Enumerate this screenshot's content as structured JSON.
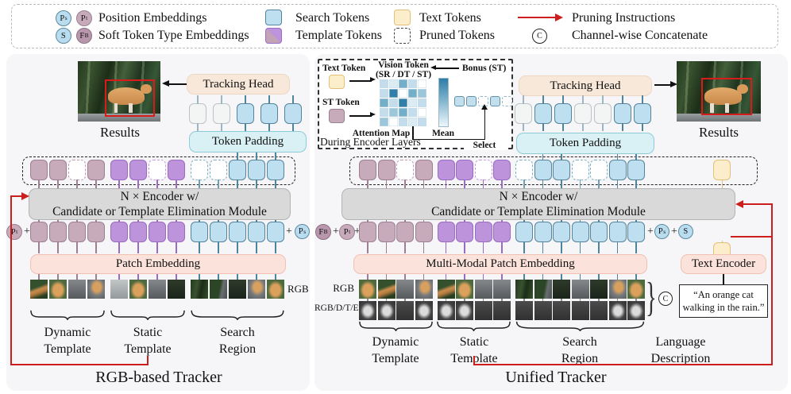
{
  "legend": {
    "position": {
      "c1": {
        "base": "P",
        "sub": "s"
      },
      "c2": {
        "base": "P",
        "sub": "t"
      },
      "label": "Position Embeddings"
    },
    "soft": {
      "c1": {
        "base": "S",
        "sub": ""
      },
      "c2": {
        "base": "F",
        "sub": "B"
      },
      "label": "Soft Token Type Embeddings"
    },
    "search_label": "Search Tokens",
    "template_label": "Template Tokens",
    "text_label": "Text Tokens",
    "pruned_label": "Pruned Tokens",
    "pruning_label": "Pruning Instructions",
    "concat_symbol": "C",
    "concat_label": "Channel-wise Concatenate"
  },
  "misc": {
    "plus": "+"
  },
  "left": {
    "title": "RGB-based Tracker",
    "results_label": "Results",
    "tracking_head": "Tracking Head",
    "token_padding": "Token Padding",
    "encoder_line1": "N × Encoder w/",
    "encoder_line2": "Candidate or Template Elimination Module",
    "embedding_label": "Patch Embedding",
    "rgb_label": "RGB",
    "pos_left": {
      "base": "P",
      "sub": "t"
    },
    "pos_right": {
      "base": "P",
      "sub": "s"
    },
    "head_tokens": [
      "w",
      "w",
      "b",
      "b",
      "b"
    ],
    "pruned_tokens": [
      "m",
      "m",
      "md",
      "m",
      "p",
      "p",
      "pd",
      "p",
      "bd",
      "bd",
      "b",
      "b",
      "b"
    ],
    "input_tokens": [
      "m",
      "m",
      "m",
      "m",
      "p",
      "p",
      "p",
      "p",
      "b",
      "b",
      "b",
      "b",
      "b"
    ],
    "patches": [
      "fc",
      "c",
      "w",
      "wc",
      "wl",
      "c",
      "w",
      "d",
      "f",
      "fw",
      "d",
      "wc",
      "c"
    ],
    "groups": [
      {
        "line1": "Dynamic",
        "line2": "Template"
      },
      {
        "line1": "Static",
        "line2": "Template"
      },
      {
        "line1": "Search",
        "line2": "Region"
      }
    ]
  },
  "inset": {
    "text_token_label": "Text Token",
    "st_token_label": "ST Token",
    "vision_token_line1": "Vision Token",
    "vision_token_line2": "(SR / DT / ST)",
    "bonus_label": "Bonus (ST)",
    "attention_map_label": "Attention Map",
    "mean_label": "Mean",
    "select_label": "Select",
    "during_label": "During Encoder Layers",
    "grid_rows": [
      [
        "L",
        "A",
        "N",
        "L",
        "W"
      ],
      [
        "L",
        "D",
        "W",
        "N",
        "M"
      ],
      [
        "N",
        "L",
        "D",
        "A",
        "L"
      ],
      [
        "L",
        "M",
        "N",
        "L",
        "W"
      ],
      [
        "M",
        "W",
        "L",
        "A",
        "L"
      ]
    ],
    "select_tokens": [
      "s",
      "s",
      "sd",
      "s",
      "sd"
    ]
  },
  "right": {
    "title": "Unified Tracker",
    "results_label": "Results",
    "tracking_head": "Tracking Head",
    "token_padding": "Token Padding",
    "encoder_line1": "N × Encoder w/",
    "encoder_line2": "Candidate or Template Elimination Module",
    "embedding_label": "Multi-Modal Patch Embedding",
    "text_encoder_label": "Text Encoder",
    "rgb_row_label": "RGB",
    "dte_row_label": "RGB/D/T/E",
    "concat_symbol": "C",
    "quote_line1": "“An orange cat",
    "quote_line2": "walking in the rain.”",
    "soft_left": {
      "base": "F",
      "sub": "B"
    },
    "pos_left": {
      "base": "P",
      "sub": "t"
    },
    "pos_right": {
      "base": "P",
      "sub": "s"
    },
    "soft_right": {
      "base": "S",
      "sub": ""
    },
    "head_tokens": [
      "w",
      "b",
      "b",
      "w",
      "w",
      "b",
      "b"
    ],
    "pruned_tokens": [
      "m",
      "m",
      "md",
      "m",
      "p",
      "p",
      "pd",
      "p",
      "bd",
      "b",
      "b",
      "bd",
      "bd",
      "b",
      "b"
    ],
    "input_tokens": [
      "m",
      "m",
      "m",
      "m",
      "p",
      "p",
      "p",
      "p",
      "b",
      "b",
      "b",
      "b",
      "b",
      "b",
      "b"
    ],
    "rgb_patches": [
      "c",
      "fc",
      "w",
      "wc",
      "fc",
      "c",
      "w",
      "w",
      "f",
      "fw",
      "d",
      "w",
      "d",
      "wc",
      "c"
    ],
    "dte_patches": [
      "gc",
      "gc",
      "g",
      "gc",
      "gc",
      "gc",
      "g",
      "g",
      "g",
      "g",
      "g",
      "g",
      "g",
      "gc",
      "gc"
    ],
    "groups": [
      {
        "line1": "Dynamic",
        "line2": "Template"
      },
      {
        "line1": "Static",
        "line2": "Template"
      },
      {
        "line1": "Search",
        "line2": "Region"
      },
      {
        "line1": "Language",
        "line2": "Description"
      }
    ]
  },
  "colors": {
    "accent_red": "#cd1e1e",
    "search_blue": "#bedff0",
    "template_purple": "#bd93dc",
    "template_mauve": "#c7abbb",
    "text_yellow": "#fdeecb",
    "bbox_red": "#d81b1b"
  }
}
